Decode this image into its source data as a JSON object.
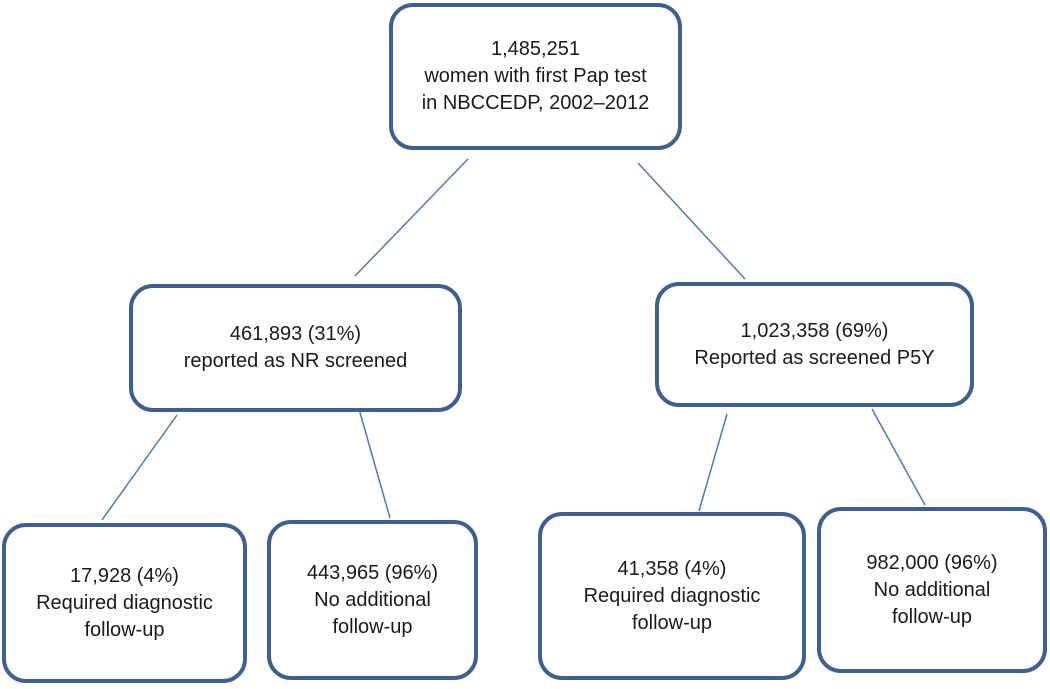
{
  "diagram": {
    "line_color": "#4f79b5",
    "border_color": "#3f5f8d",
    "nodes": {
      "root": {
        "line1": "1,485,251",
        "line2": "women with first Pap test",
        "line3": "in NBCCEDP, 2002–2012"
      },
      "nr_screened": {
        "line1": "461,893 (31%)",
        "line2": "reported as NR screened"
      },
      "p5y_screened": {
        "line1": "1,023,358 (69%)",
        "line2": "Reported as screened P5Y"
      },
      "nr_required": {
        "line1": "17,928 (4%)",
        "line2": "Required diagnostic",
        "line3": "follow-up"
      },
      "nr_no_followup": {
        "line1": "443,965 (96%)",
        "line2": "No additional",
        "line3": "follow-up"
      },
      "p5y_required": {
        "line1": "41,358 (4%)",
        "line2": "Required diagnostic",
        "line3": "follow-up"
      },
      "p5y_no_followup": {
        "line1": "982,000 (96%)",
        "line2": "No additional",
        "line3": "follow-up"
      }
    }
  }
}
